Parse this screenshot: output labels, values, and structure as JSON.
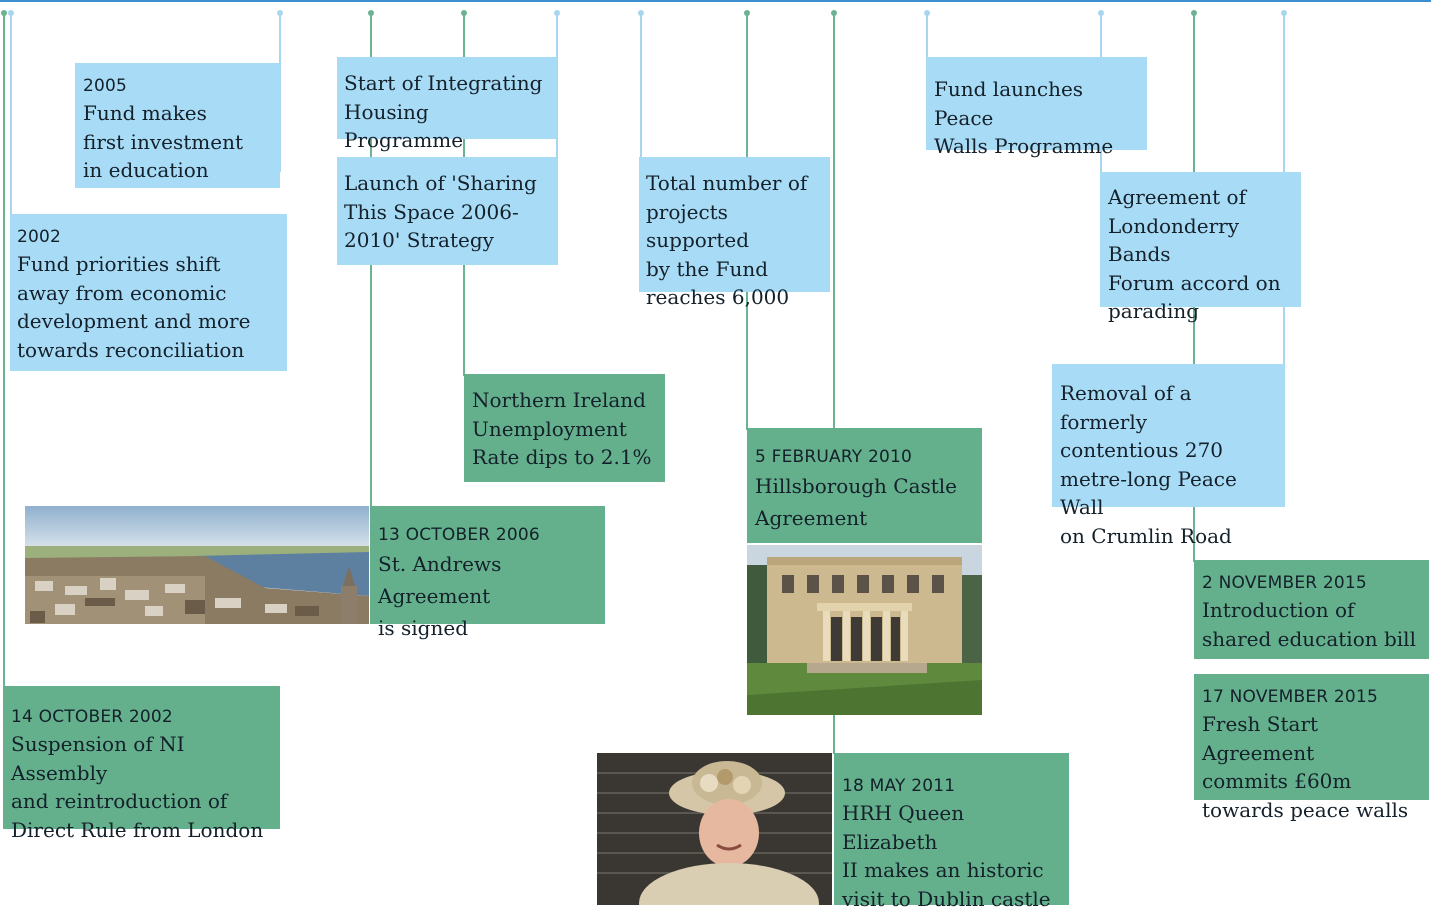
{
  "events": {
    "e2005": {
      "date": "2005",
      "text": "Fund makes\nfirst investment\nin education"
    },
    "e2002": {
      "date": "2002",
      "text": "Fund priorities shift\naway from economic\ndevelopment and more\ntowards reconciliation"
    },
    "housing": {
      "text": "Start of Integrating\nHousing Programme"
    },
    "sharing": {
      "text": "Launch of 'Sharing\nThis Space 2006-\n2010' Strategy"
    },
    "unemployment": {
      "text": "Northern Ireland\nUnemployment\nRate dips to 2.1%"
    },
    "projects": {
      "text": "Total number of\nprojects supported\nby the Fund\nreaches 6,000"
    },
    "standrews": {
      "date": "13 OCTOBER 2006",
      "text": "St. Andrews Agreement\nis signed"
    },
    "hillsborough": {
      "date": "5 FEBRUARY 2010",
      "text": "Hillsborough Castle\nAgreement"
    },
    "peacewalls": {
      "text": "Fund launches Peace\nWalls Programme"
    },
    "bands": {
      "text": "Agreement of\nLondonderry Bands\nForum accord on\nparading"
    },
    "crumlin": {
      "text": "Removal of a formerly\ncontentious 270\nmetre-long Peace Wall\non Crumlin Road"
    },
    "sharededu": {
      "date": "2 NOVEMBER 2015",
      "text": "Introduction of\nshared education bill"
    },
    "freshstart": {
      "date": "17 NOVEMBER 2015",
      "text": "Fresh Start Agreement\ncommits £60m\ntowards peace walls"
    },
    "assembly": {
      "date": "14 OCTOBER 2002",
      "text": "Suspension of NI Assembly\nand reintroduction of\nDirect Rule from London"
    },
    "queen": {
      "date": "18 MAY 2011",
      "text": "HRH Queen Elizabeth\nII makes an historic\nvisit to Dublin castle"
    }
  },
  "colors": {
    "blue_box": "#a8dbf5",
    "green_box": "#64b08c",
    "top_rule": "#3b8fcf"
  }
}
